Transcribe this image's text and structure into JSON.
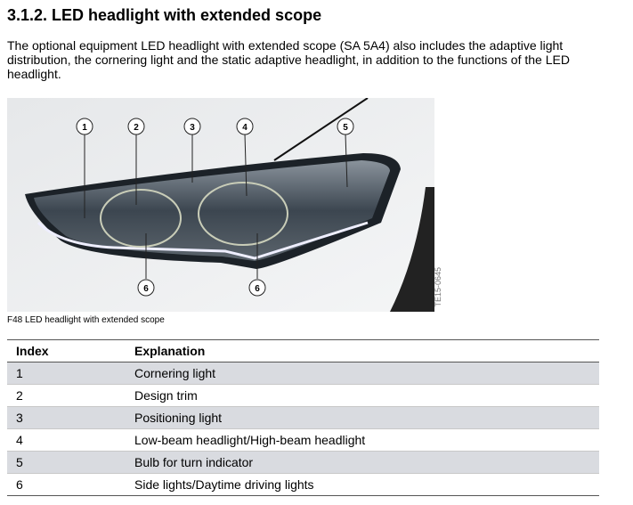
{
  "title": "3.1.2. LED headlight with extended scope",
  "intro": "The optional equipment LED headlight with extended scope (SA 5A4) also includes the adaptive light distribution, the cornering light and the static adaptive headlight, in addition to the functions of the LED headlight.",
  "figure": {
    "callouts": [
      "1",
      "2",
      "3",
      "4",
      "5",
      "6",
      "6"
    ],
    "code": "TE15-0645",
    "caption": "F48 LED headlight with extended scope"
  },
  "table": {
    "headers": [
      "Index",
      "Explanation"
    ],
    "rows": [
      [
        "1",
        "Cornering light"
      ],
      [
        "2",
        "Design trim"
      ],
      [
        "3",
        "Positioning light"
      ],
      [
        "4",
        "Low-beam headlight/High-beam headlight"
      ],
      [
        "5",
        "Bulb for turn indicator"
      ],
      [
        "6",
        "Side lights/Daytime driving lights"
      ]
    ]
  }
}
